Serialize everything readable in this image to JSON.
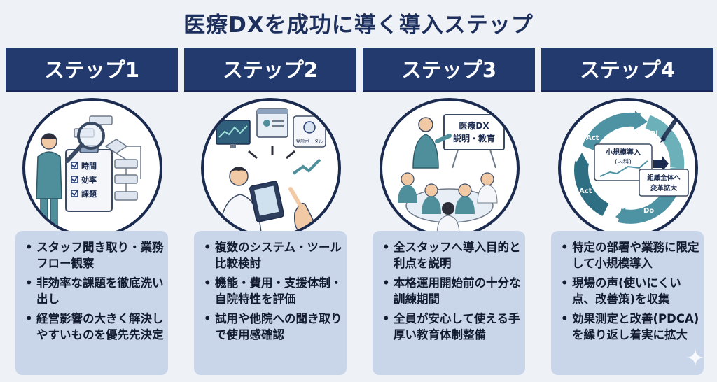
{
  "title": "医療DXを成功に導く導入ステップ",
  "steps": [
    {
      "label": "ステップ1",
      "illustration": {
        "checklist": [
          "時間",
          "効率",
          "課題"
        ]
      },
      "bullets": [
        "スタッフ聞き取り・業務フロー観察",
        "非効率な課題を徹底洗い出し",
        "経営影響の大きく解決しやすいものを優先先決定"
      ]
    },
    {
      "label": "ステップ2",
      "illustration": {
        "portal_label": "受診ポータル"
      },
      "bullets": [
        "複数のシステム・ツール比較検討",
        "機能・費用・支援体制・自院特性を評価",
        "試用や他院への聞き取りで使用感確認"
      ]
    },
    {
      "label": "ステップ3",
      "illustration": {
        "board_line1": "医療DX",
        "board_line2": "説明・教育"
      },
      "bullets": [
        "全スタッフへ導入目的と利点を説明",
        "本格運用開始前の十分な訓練期間",
        "全員が安心して使える手厚い教育体制整備"
      ]
    },
    {
      "label": "ステップ4",
      "illustration": {
        "cycle_act_top": "Act",
        "cycle_plan": "Pl",
        "cycle_act_left": "Act",
        "cycle_do": "Do",
        "center_line1": "小規模導入",
        "center_line2": "(内科)",
        "expand_line1": "組織全体へ",
        "expand_line2": "変革拡大"
      },
      "bullets": [
        "特定の部署や業務に限定して小規模導入",
        "現場の声(使いにくい点、改善策)を収集",
        "効果測定と改善(PDCA)を繰り返し着実に拡大"
      ]
    }
  ],
  "colors": {
    "header_bg": "#223a6e",
    "panel_bg": "#c9d6ea",
    "page_bg": "#eef1f6",
    "title_text": "#1d2f5c",
    "cycle_teal": "#3f8d9c"
  }
}
